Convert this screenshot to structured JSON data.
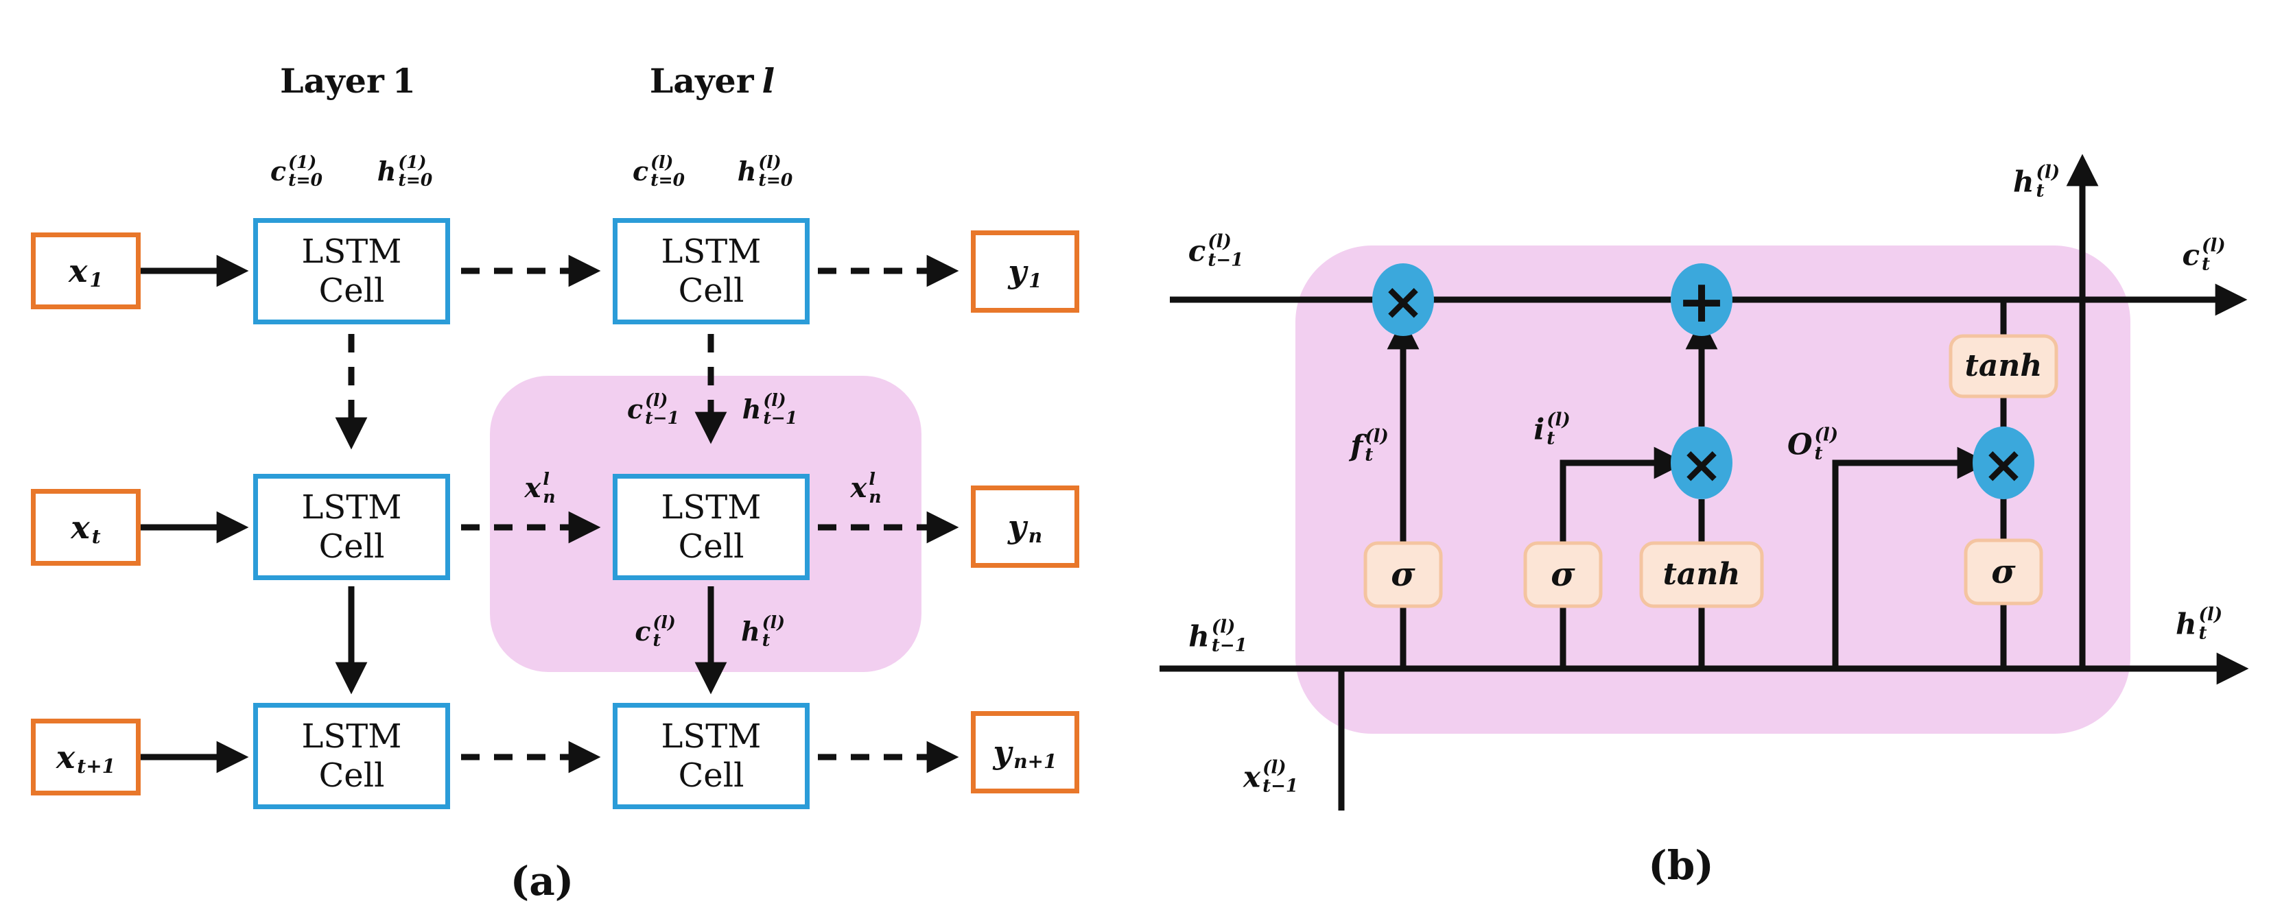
{
  "colors": {
    "lstm_box_border": "#2B9CD8",
    "io_box_border": "#E8772A",
    "cell_highlight_pink": "#F2CFF0",
    "node_blue": "#3BA8DC",
    "gate_fill": "#FCE5D6",
    "gate_border": "#F4C4A0",
    "line_black": "#111111"
  },
  "figure_a": {
    "caption": "(a)",
    "headers": {
      "layer1": {
        "word": "Layer",
        "var": "1"
      },
      "layerl": {
        "word": "Layer",
        "var": "l"
      }
    },
    "lstm_cell": {
      "line1": "LSTM",
      "line2": "Cell"
    },
    "labels": {
      "c_init_1": {
        "base": "c",
        "sup": "(1)",
        "sub": "t=0"
      },
      "h_init_1": {
        "base": "h",
        "sup": "(1)",
        "sub": "t=0"
      },
      "c_init_l": {
        "base": "c",
        "sup": "(l)",
        "sub": "t=0"
      },
      "h_init_l": {
        "base": "h",
        "sup": "(l)",
        "sub": "t=0"
      },
      "x_1": {
        "base": "x",
        "sub": "1"
      },
      "x_t": {
        "base": "x",
        "sub": "t"
      },
      "x_t1": {
        "base": "x",
        "sub": "t+1"
      },
      "y_1": {
        "base": "y",
        "sub": "1"
      },
      "y_n": {
        "base": "y",
        "sub": "n"
      },
      "y_n1": {
        "base": "y",
        "sub": "n+1"
      },
      "c_prev": {
        "base": "c",
        "sup": "(l)",
        "sub": "t−1"
      },
      "h_prev": {
        "base": "h",
        "sup": "(l)",
        "sub": "t−1"
      },
      "x_n_left": {
        "base": "x",
        "sup": "l",
        "sub": "n"
      },
      "x_n_right": {
        "base": "x",
        "sup": "l",
        "sub": "n"
      },
      "c_t": {
        "base": "c",
        "sup": "(l)",
        "sub": "t"
      },
      "h_t": {
        "base": "h",
        "sup": "(l)",
        "sub": "t"
      }
    }
  },
  "figure_b": {
    "caption": "(b)",
    "labels": {
      "c_prev": {
        "base": "c",
        "sup": "(l)",
        "sub": "t−1"
      },
      "h_prev": {
        "base": "h",
        "sup": "(l)",
        "sub": "t−1"
      },
      "x_prev": {
        "base": "x",
        "sup": "(l)",
        "sub": "t−1"
      },
      "f_gate": {
        "base": "f",
        "sup": "(l)",
        "sub": "t"
      },
      "i_gate": {
        "base": "i",
        "sup": "(l)",
        "sub": "t"
      },
      "o_gate": {
        "base": "O",
        "sup": "(l)",
        "sub": "t"
      },
      "h_out_top": {
        "base": "h",
        "sup": "(l)",
        "sub": "t"
      },
      "c_out": {
        "base": "c",
        "sup": "(l)",
        "sub": "t"
      },
      "h_out_right": {
        "base": "h",
        "sup": "(l)",
        "sub": "t"
      }
    },
    "gates": {
      "sigma_forget": "σ",
      "sigma_input": "σ",
      "tanh_candidate": "tanh",
      "sigma_output": "σ",
      "tanh_output": "tanh"
    },
    "operators": {
      "multiply": "×",
      "add": "+"
    }
  }
}
